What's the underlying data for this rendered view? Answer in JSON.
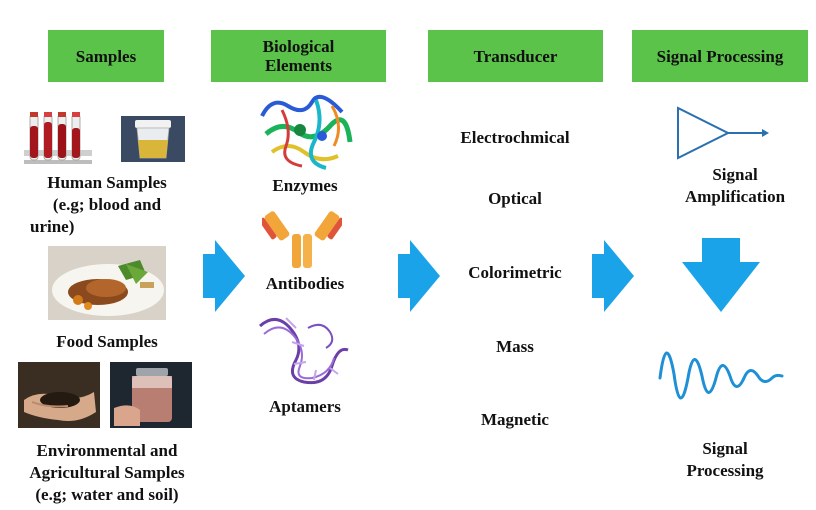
{
  "headers": {
    "samples": "Samples",
    "biological_line1": "Biological",
    "biological_line2": "Elements",
    "transducer": "Transducer",
    "signal_processing": "Signal Processing"
  },
  "samples": {
    "human_line1": "Human Samples",
    "human_line2": "(e.g; blood and",
    "human_line3": "urine)",
    "food": "Food Samples",
    "env_line1": "Environmental and",
    "env_line2": "Agricultural Samples",
    "env_line3": "(e.g; water and soil)"
  },
  "biological": {
    "enzymes": "Enzymes",
    "antibodies": "Antibodies",
    "aptamers": "Aptamers"
  },
  "transducers": [
    "Electrochmical",
    "Optical",
    "Colorimetric",
    "Mass",
    "Magnetic"
  ],
  "signal": {
    "amp_line1": "Signal",
    "amp_line2": "Amplification",
    "proc_line1": "Signal",
    "proc_line2": "Processing"
  },
  "colors": {
    "header_green": "#5bc24a",
    "arrow_blue": "#1aa3e8",
    "wave_blue": "#1f8fd6"
  }
}
